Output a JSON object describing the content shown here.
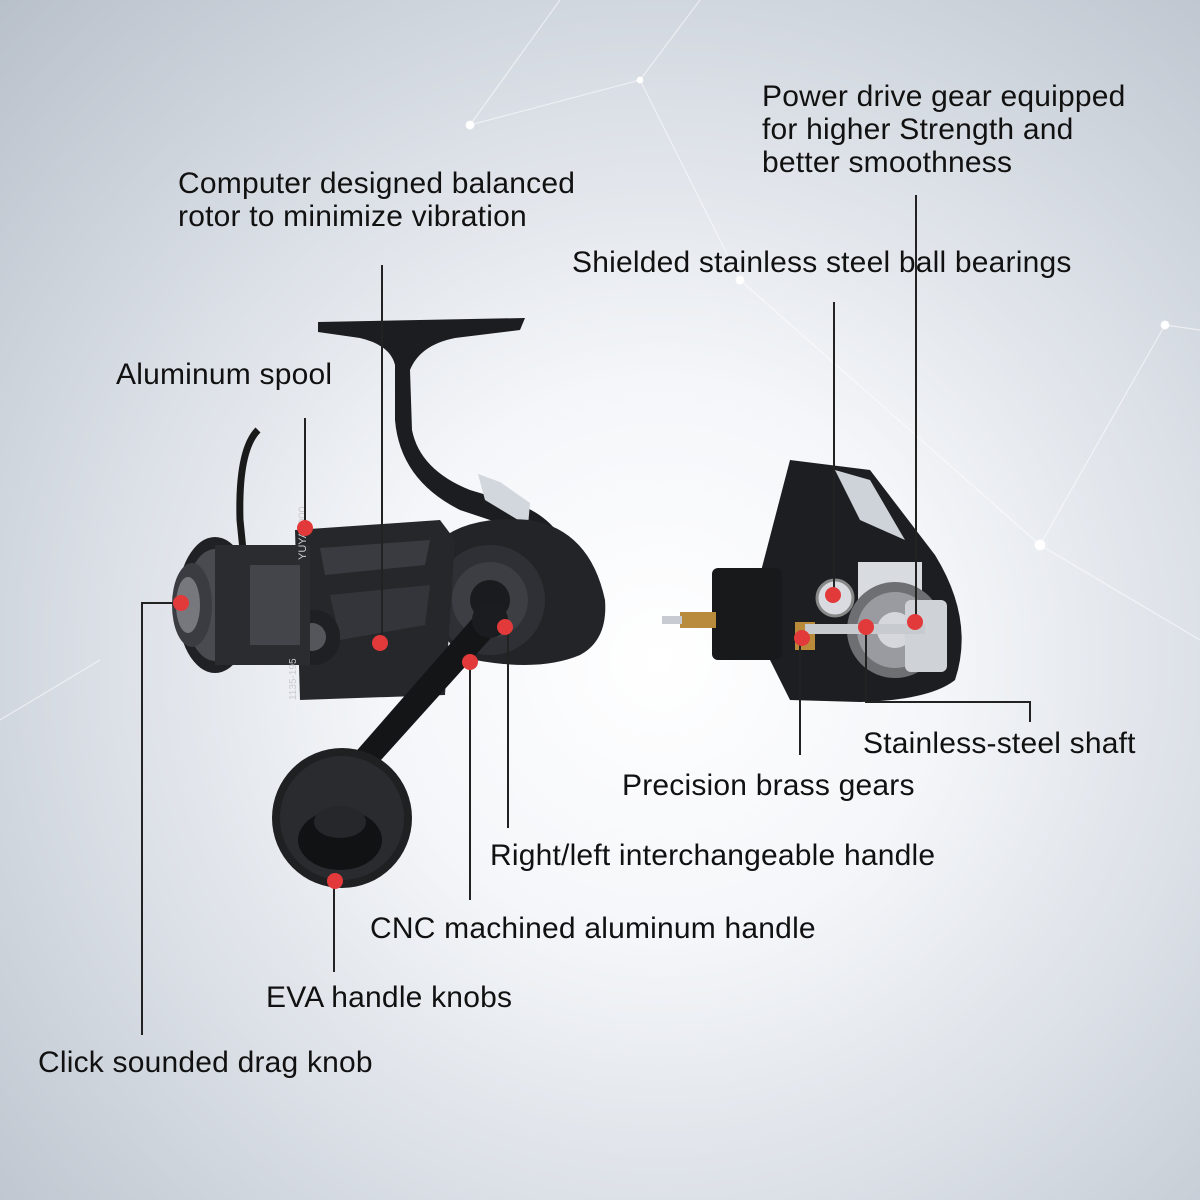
{
  "labels": {
    "power_drive": "Power drive gear equipped\nfor higher Strength and\nbetter smoothness",
    "rotor": "Computer designed balanced\nrotor to minimize vibration",
    "ball_bearings": "Shielded stainless steel ball bearings",
    "spool": "Aluminum spool",
    "shaft": "Stainless-steel shaft",
    "brass_gears": "Precision brass gears",
    "interchangeable_handle": "Right/left interchangeable handle",
    "cnc_handle": "CNC machined aluminum handle",
    "eva_knobs": "EVA handle knobs",
    "drag_knob": "Click sounded drag knob"
  },
  "reel_markings": {
    "model": "YUYA5000",
    "serial": "1135-195"
  },
  "colors": {
    "marker": "#e23a3a",
    "leader": "#222222",
    "reel_body": "#1c1d20"
  }
}
